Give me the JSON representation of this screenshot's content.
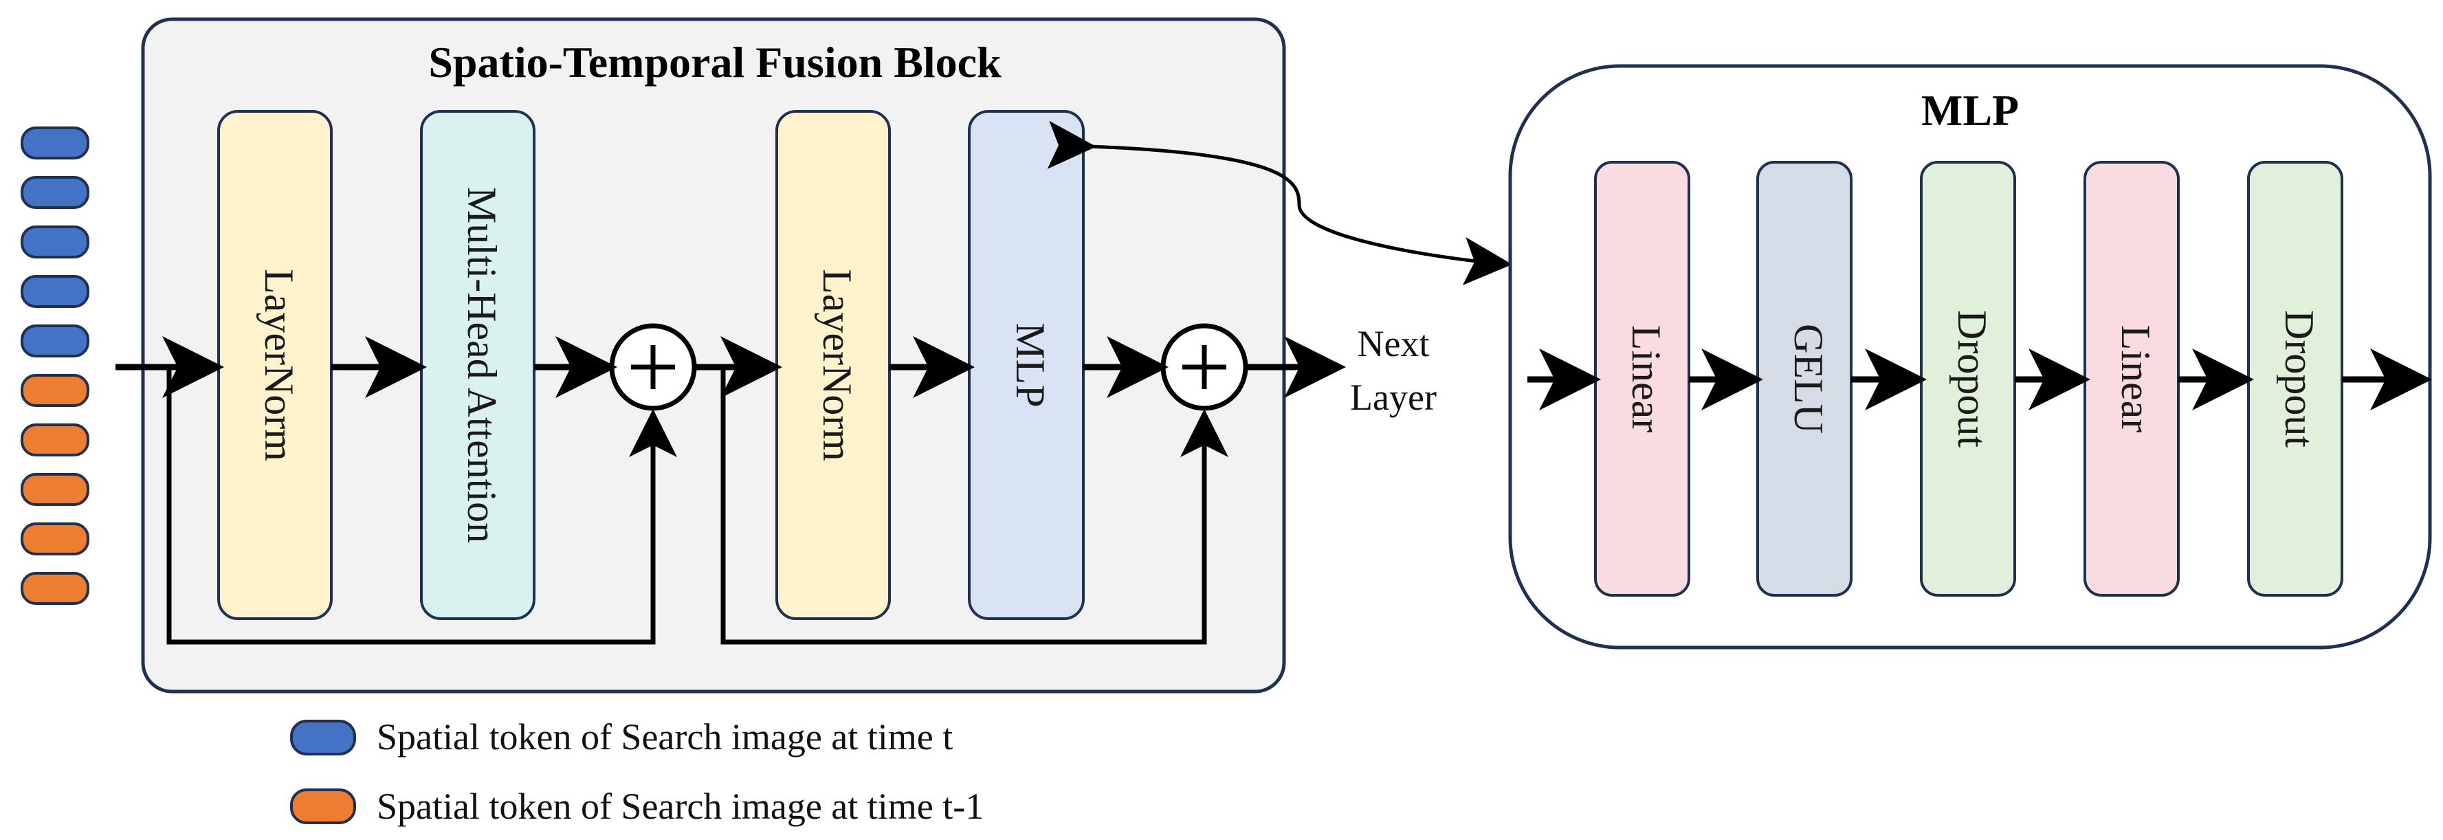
{
  "fusion_block": {
    "title": "Spatio-Temporal Fusion Block",
    "layernorm_1": "LayerNorm",
    "attention": "Multi-Head Attention",
    "layernorm_2": "LayerNorm",
    "mlp": "MLP",
    "add_symbol": "+"
  },
  "next_layer": {
    "line1": "Next",
    "line2": "Layer"
  },
  "mlp_detail": {
    "title": "MLP",
    "linear_1": "Linear",
    "gelu": "GELU",
    "dropout_1": "Dropout",
    "linear_2": "Linear",
    "dropout_2": "Dropout"
  },
  "legend": {
    "blue_label": "Spatial token of Search image at time t",
    "orange_label": "Spatial token of Search image at time t-1"
  },
  "colors": {
    "token_blue": "#4472C4",
    "token_orange": "#ED7D31",
    "layernorm": "#FFF2CC",
    "attention": "#D9F2F0",
    "mlp": "#DAE3F3",
    "linear": "#FADBE0",
    "gelu": "#D6DCE5",
    "dropout": "#E2EFDA",
    "panel_bg": "#F2F2F2",
    "border": "#1F3050"
  }
}
